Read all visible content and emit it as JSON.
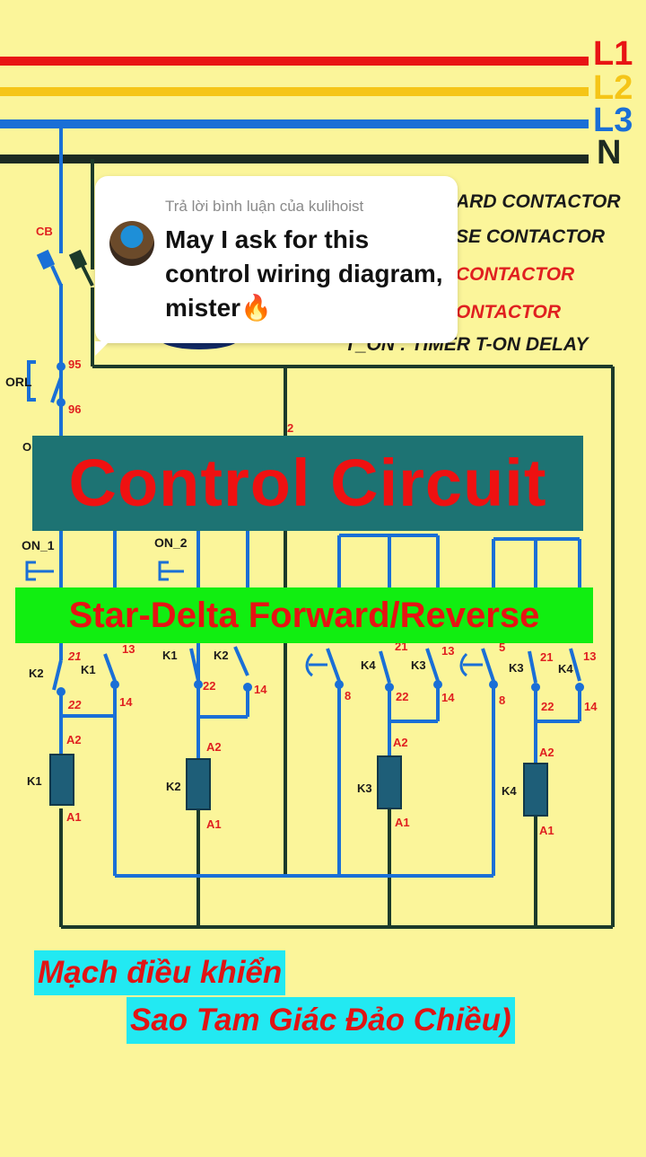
{
  "diagram": {
    "lines": [
      "L1",
      "L2",
      "L3",
      "N"
    ],
    "colors": {
      "L1": "#e81414",
      "L2": "#f5c518",
      "L3": "#1a6fd6",
      "N": "#1c2a22",
      "wire_blue": "#1a6fd6",
      "wire_dark": "#1c3a2a",
      "coil": "#1e5e78",
      "label_red": "#e02020"
    },
    "legend": [
      {
        "text": "ARD CONTACTOR",
        "color": "#1a1a1a"
      },
      {
        "text": "SE CONTACTOR",
        "color": "#1a1a1a"
      },
      {
        "text": "CONTACTOR",
        "color": "#e02020"
      },
      {
        "text": "ONTACTOR",
        "color": "#e02020"
      },
      {
        "text": "T_ON : TIMER T-ON DELAY",
        "color": "#1a1a1a"
      }
    ],
    "labels": {
      "cb": "CB",
      "orl": "ORL",
      "t95": "95",
      "t96": "96",
      "n2": "2",
      "o": "O",
      "on1": "ON_1",
      "on2": "ON_2",
      "k1": "K1",
      "k2": "K2",
      "k3": "K3",
      "k4": "K4",
      "t21": "21",
      "t22": "22",
      "t13": "13",
      "t14": "14",
      "t8": "8",
      "t5": "5",
      "a1": "A1",
      "a2": "A2"
    }
  },
  "comment": {
    "caption": "Trả lời bình luận của kulihoist",
    "text": "May I ask for this control wiring diagram, mister🔥"
  },
  "banner": {
    "title": "Control  Circuit",
    "subtitle": "Star-Delta Forward/Reverse"
  },
  "caption_vi": {
    "line1": "Mạch điều khiển",
    "line2": "Sao Tam Giác Đảo Chiều)"
  }
}
